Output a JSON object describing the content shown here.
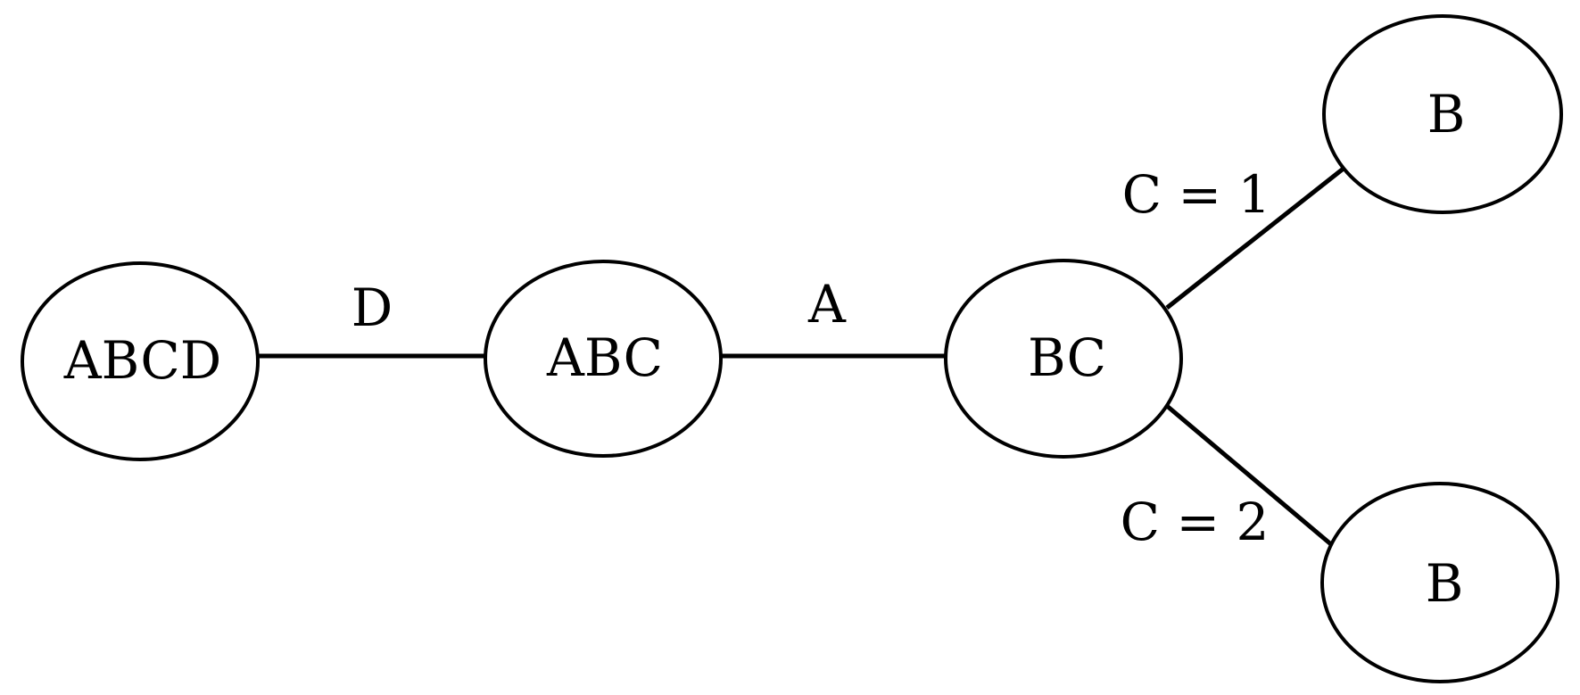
{
  "diagram": {
    "nodes": [
      {
        "id": "abcd",
        "label": "ABCD"
      },
      {
        "id": "abc",
        "label": "ABC"
      },
      {
        "id": "bc",
        "label": "BC"
      },
      {
        "id": "b-top",
        "label": "B"
      },
      {
        "id": "b-bottom",
        "label": "B"
      }
    ],
    "edges": [
      {
        "from": "abcd",
        "to": "abc",
        "label": "D"
      },
      {
        "from": "abc",
        "to": "bc",
        "label": "A"
      },
      {
        "from": "bc",
        "to": "b-top",
        "label": "C = 1"
      },
      {
        "from": "bc",
        "to": "b-bottom",
        "label": "C = 2"
      }
    ],
    "colors": {
      "stroke": "#000000",
      "background": "#ffffff"
    }
  }
}
